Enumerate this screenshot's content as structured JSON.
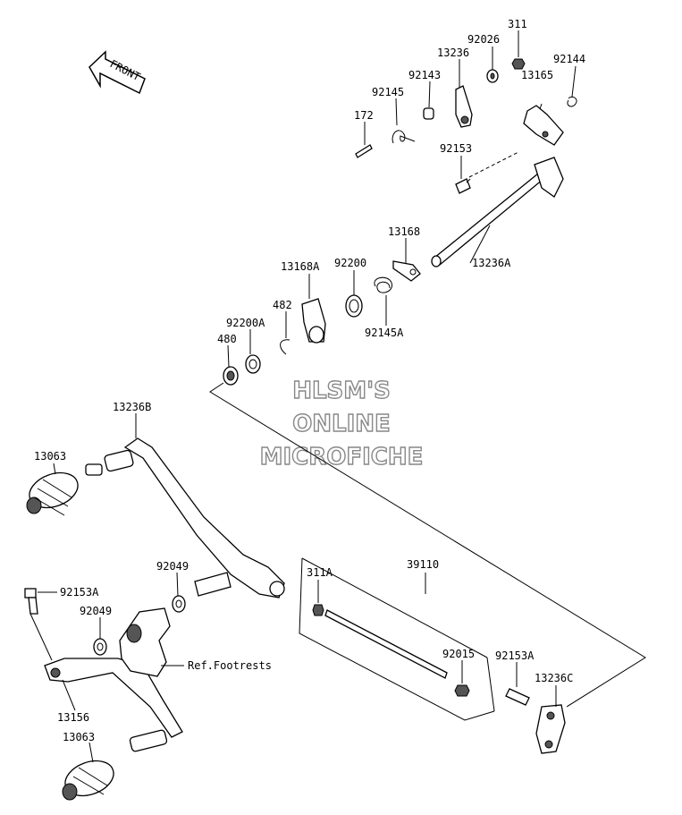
{
  "front_arrow": {
    "text": "FRONT"
  },
  "watermark": {
    "line1": "HLSM'S",
    "line2": "ONLINE",
    "line3": "MICROFICHE"
  },
  "labels": {
    "p311": "311",
    "p92026": "92026",
    "p13236": "13236",
    "p92144": "92144",
    "p92143": "92143",
    "p13165": "13165",
    "p92145": "92145",
    "p172": "172",
    "p92153": "92153",
    "p13168": "13168",
    "p13236A": "13236A",
    "p13168A": "13168A",
    "p92200": "92200",
    "p482": "482",
    "p92200A": "92200A",
    "p92145A": "92145A",
    "p480": "480",
    "p13236B": "13236B",
    "p13063a": "13063",
    "p92049a": "92049",
    "p92153Aa": "92153A",
    "p92049b": "92049",
    "refFootrests": "Ref.Footrests",
    "p13156": "13156",
    "p13063b": "13063",
    "p311A": "311A",
    "p39110": "39110",
    "p92015": "92015",
    "p92153Ab": "92153A",
    "p13236C": "13236C"
  }
}
